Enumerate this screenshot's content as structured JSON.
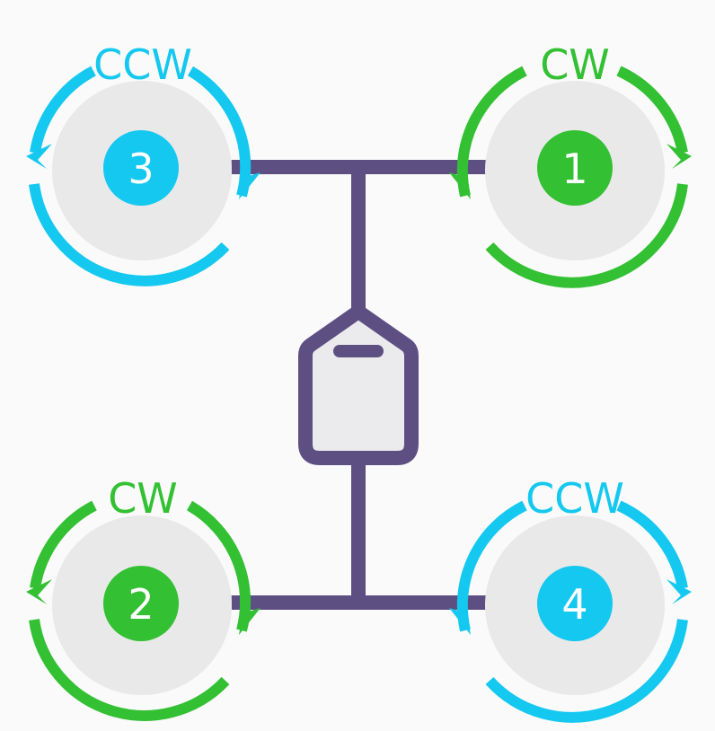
{
  "colors": {
    "cw": "#33c033",
    "ccw": "#14c8f0",
    "frame": "#5e4f83",
    "arm_light": "#b4a9c2",
    "prop_disc": "#e9e9ea",
    "fc_fill": "#ebebed",
    "background": "#fafafa"
  },
  "motors": [
    {
      "id": "motor-3",
      "number": "3",
      "direction": "CCW",
      "position": "front-left"
    },
    {
      "id": "motor-1",
      "number": "1",
      "direction": "CW",
      "position": "front-right"
    },
    {
      "id": "motor-2",
      "number": "2",
      "direction": "CW",
      "position": "rear-left"
    },
    {
      "id": "motor-4",
      "number": "4",
      "direction": "CCW",
      "position": "rear-right"
    }
  ]
}
